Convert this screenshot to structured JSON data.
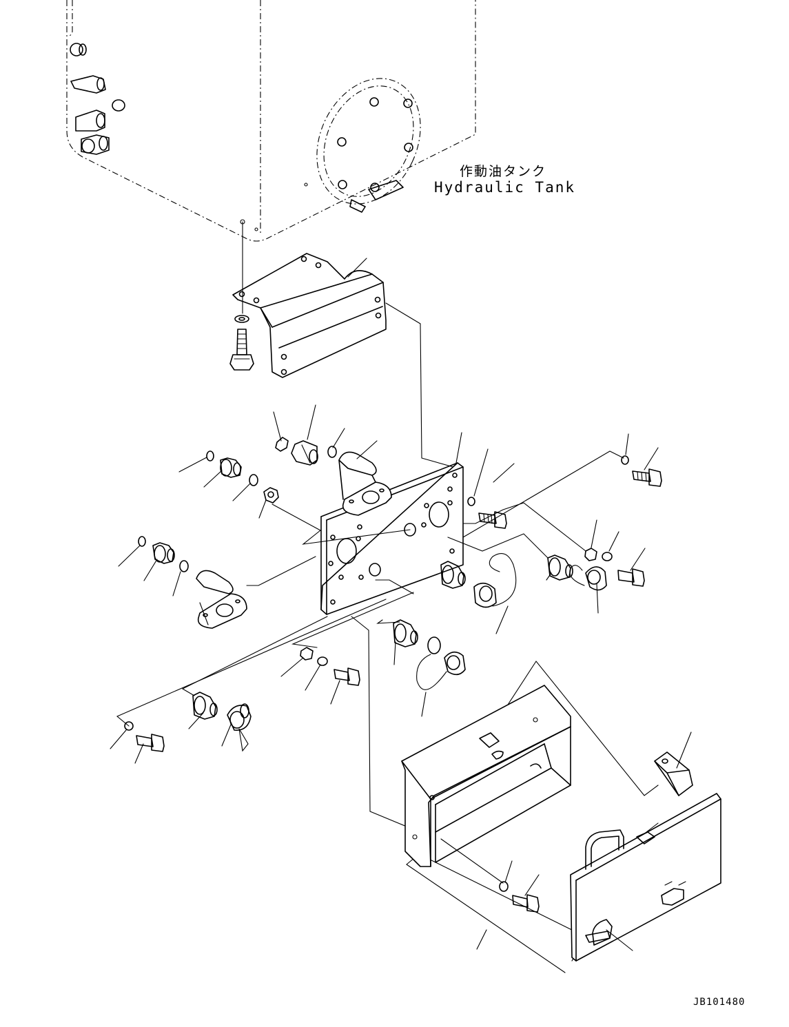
{
  "diagram": {
    "tank_label_jp": "作動油タンク",
    "tank_label_en": "Hydraulic Tank",
    "drawing_code": "JB101480"
  }
}
